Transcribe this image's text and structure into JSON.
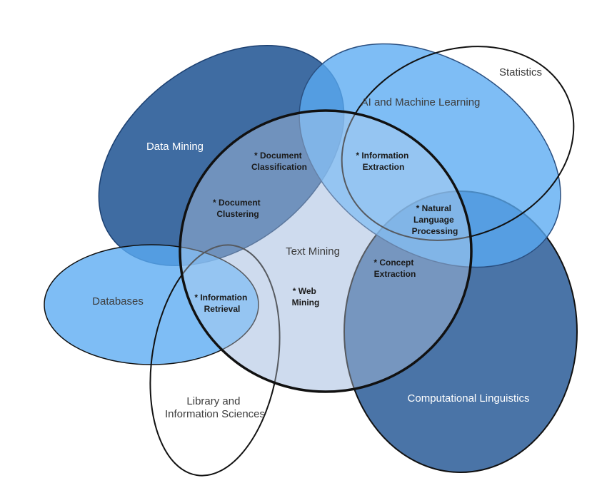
{
  "diagram": {
    "areas": {
      "data_mining": "Data Mining",
      "ai_machine_learning": "AI and Machine Learning",
      "statistics": "Statistics",
      "databases": "Databases",
      "text_mining": "Text Mining",
      "library_information_sciences": [
        "Library and",
        "Information Sciences"
      ],
      "computational_linguistics": "Computational Linguistics"
    },
    "subtopics": {
      "document_classification": [
        "* Document",
        "Classification"
      ],
      "information_extraction": [
        "* Information",
        "Extraction"
      ],
      "document_clustering": [
        "* Document",
        "Clustering"
      ],
      "natural_language_processing": [
        "* Natural",
        "Language",
        "Processing"
      ],
      "concept_extraction": [
        "* Concept",
        "Extraction"
      ],
      "information_retrieval": [
        "* Information",
        "Retrieval"
      ],
      "web_mining": [
        "* Web",
        "Mining"
      ]
    },
    "colors": {
      "dark_blue": "#2a5c98",
      "light_blue": "#5aaaf2",
      "text_mining_fill": "#c9d8ec",
      "outline": "#111111"
    }
  }
}
